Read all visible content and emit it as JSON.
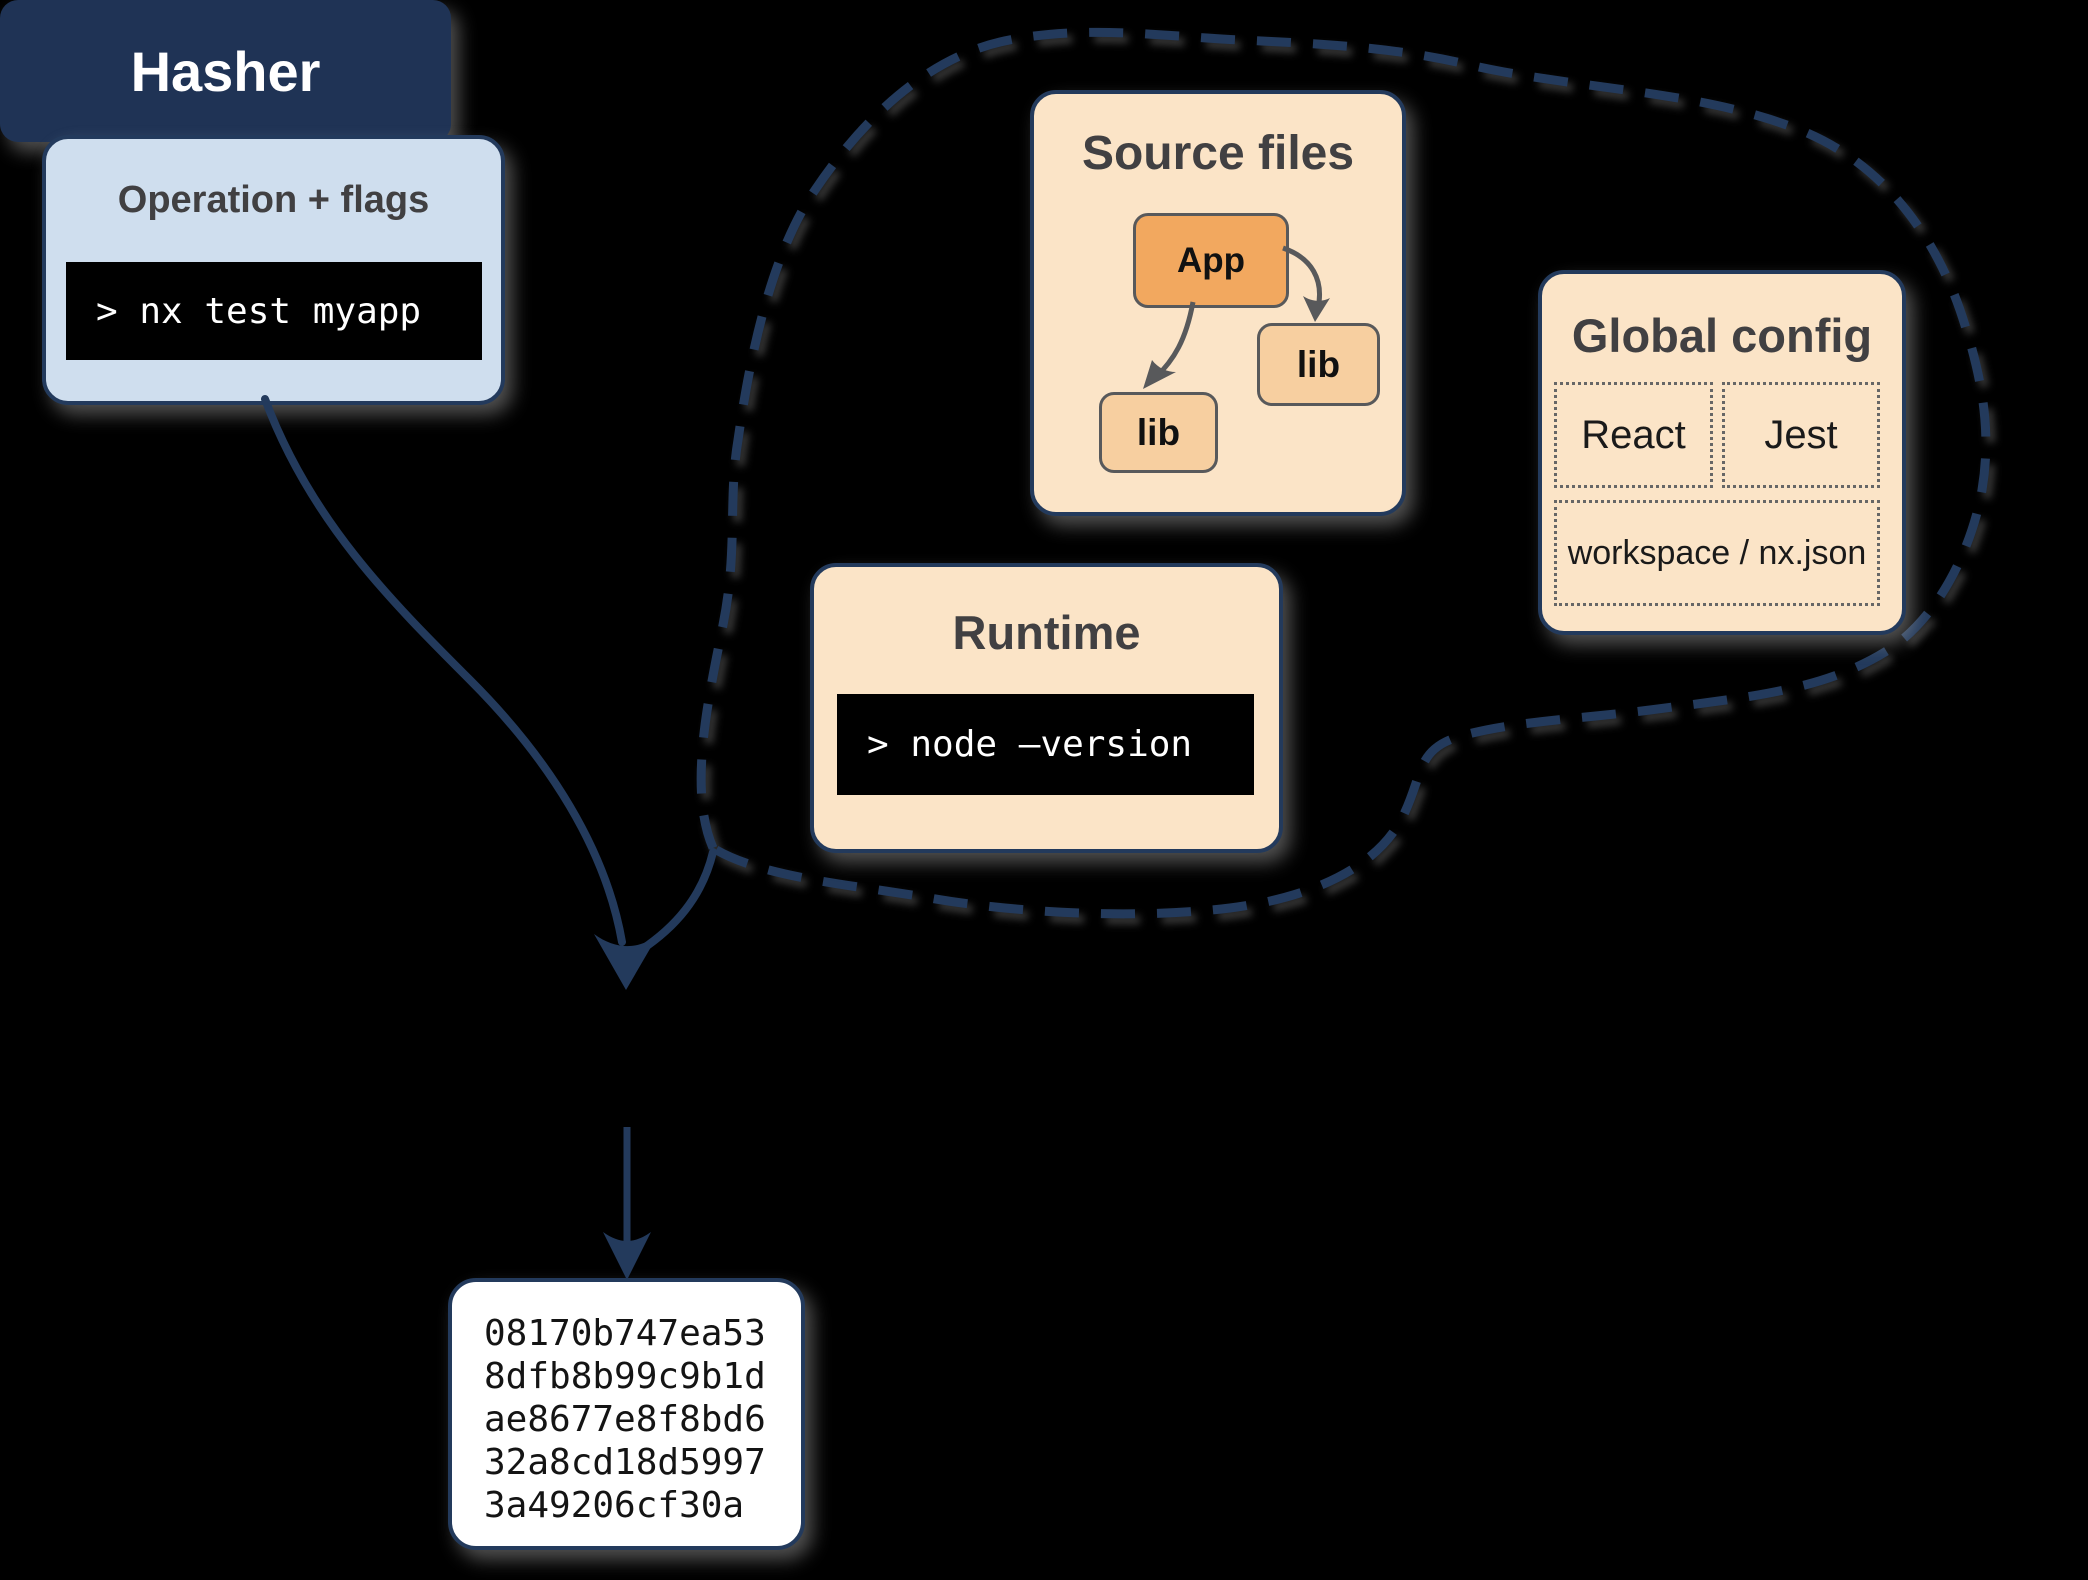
{
  "colors": {
    "background": "#000000",
    "navy_stroke": "#233a5c",
    "hasher_fill": "#1f3355",
    "light_blue": "#cfdeee",
    "peach": "#fbe4c7",
    "app_orange": "#f2a85f",
    "lib_orange": "#f7cfa0",
    "node_border_gray": "#58595b",
    "title_gray": "#414042",
    "terminal_bg": "#000000",
    "terminal_text": "#ffffff"
  },
  "operation": {
    "title": "Operation + flags",
    "command": "> nx test myapp"
  },
  "cloud": {
    "source_files": {
      "title": "Source files",
      "nodes": {
        "app": "App",
        "lib_right": "lib",
        "lib_left": "lib"
      }
    },
    "global_config": {
      "title": "Global config",
      "items": [
        "React",
        "Jest",
        "workspace / nx.json"
      ]
    },
    "runtime": {
      "title": "Runtime",
      "command": "> node –version"
    }
  },
  "hasher": {
    "label": "Hasher"
  },
  "hash_output": {
    "lines": [
      "08170b747ea53",
      "8dfb8b99c9b1d",
      "ae8677e8f8bd6",
      "32a8cd18d5997",
      "3a49206cf30a"
    ]
  }
}
